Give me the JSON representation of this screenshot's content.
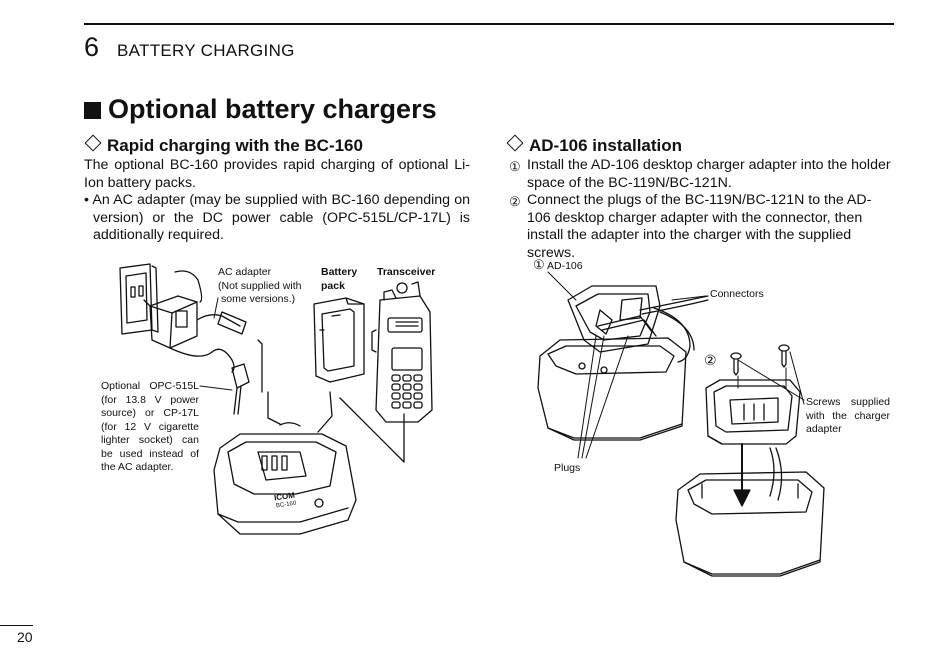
{
  "chapter": {
    "number": "6",
    "title": "BATTERY CHARGING"
  },
  "section_title": "Optional battery chargers",
  "left": {
    "heading": "Rapid charging with the BC-160",
    "paragraph": "The optional BC-160 provides rapid charging of optional Li-Ion battery packs.",
    "bullet": "• An AC adapter (may be supplied with BC-160 depending on version) or the DC power cable (OPC-515L/CP-17L) is additionally required.",
    "figure": {
      "ac_adapter_label": "AC adapter",
      "ac_adapter_note": "(Not supplied with",
      "ac_adapter_note2": "some versions.)",
      "battery_label": "Battery",
      "battery_label2": "pack",
      "transceiver_label": "Transceiver",
      "opc_note": "Optional OPC-515L (for 13.8 V power source) or CP-17L (for 12 V cigarette lighter socket) can be used instead of the AC adapter.",
      "charger_brand": "ICOM",
      "charger_model": "BC-160"
    }
  },
  "right": {
    "heading": "AD-106 installation",
    "steps": [
      {
        "num": "①",
        "text": "Install the AD-106 desktop charger adapter into the holder space of the BC-119N/BC-121N."
      },
      {
        "num": "②",
        "text": "Connect the plugs of the BC-119N/BC-121N to the AD-106 desktop charger adapter with the connector, then install the adapter into the charger with the supplied screws."
      }
    ],
    "figure": {
      "step1_num": "①",
      "ad106_label": "AD-106",
      "connectors_label": "Connectors",
      "step2_num": "②",
      "screws_label": "Screws supplied with the charger adapter",
      "plugs_label": "Plugs"
    }
  },
  "page_number": "20"
}
